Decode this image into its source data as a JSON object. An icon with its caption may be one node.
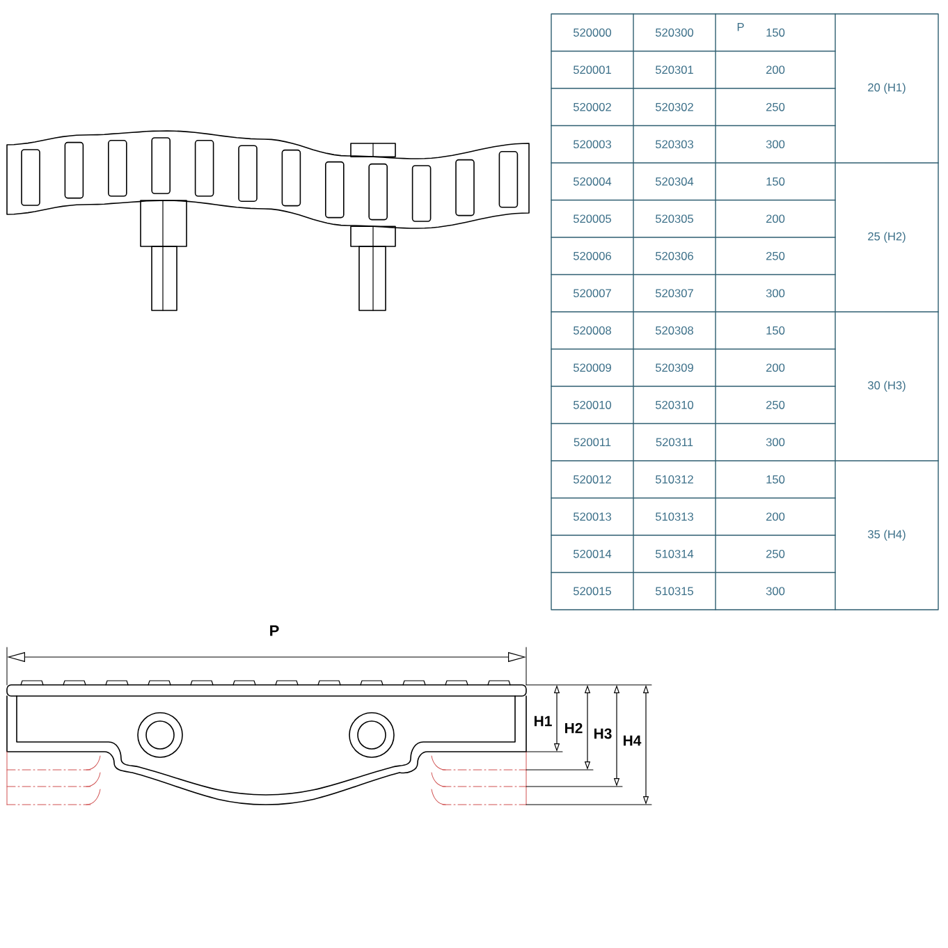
{
  "diagram": {
    "labels": [
      "520000",
      "520300",
      "P",
      "150",
      "20 (H1)",
      "520001",
      "520301",
      "200",
      "520002",
      "520302",
      "250",
      "520003",
      "520303",
      "300",
      "520004",
      "520304",
      "150",
      "25 (H2)",
      "520005",
      "520305",
      "200",
      "520006",
      "520306",
      "250",
      "520007",
      "520307",
      "300",
      "520008",
      "520308",
      "150",
      "30 (H3)",
      "520009",
      "520309",
      "200",
      "520010",
      "520310",
      "250",
      "520011",
      "520311",
      "300",
      "520012",
      "510312",
      "150",
      "35 (H4)",
      "520013",
      "510313",
      "200",
      "520014",
      "510314",
      "250",
      "520015",
      "510315",
      "300",
      "P",
      "H1",
      "H2",
      "H3",
      "H4"
    ]
  }
}
